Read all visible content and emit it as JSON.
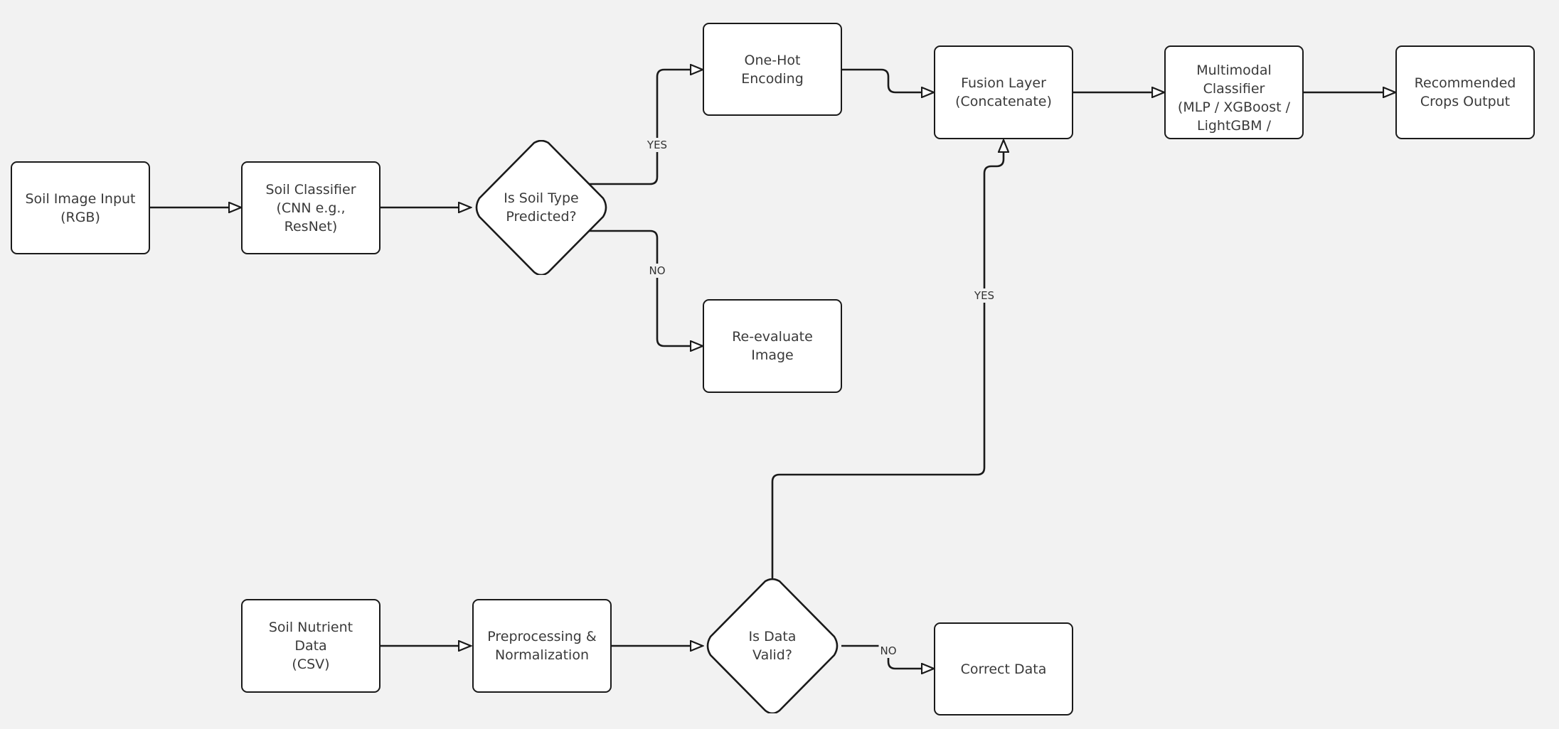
{
  "diagram": {
    "nodes": {
      "soil_image_input": {
        "label": "Soil Image Input\n(RGB)",
        "shape": "rectangle"
      },
      "soil_classifier": {
        "label": "Soil Classifier\n(CNN e.g.,\nResNet)",
        "shape": "rectangle"
      },
      "is_soil_type_predicted": {
        "label": "Is Soil Type\nPredicted?",
        "shape": "diamond"
      },
      "one_hot_encoding": {
        "label": "One-Hot\nEncoding",
        "shape": "rectangle"
      },
      "re_evaluate_image": {
        "label": "Re-evaluate\nImage",
        "shape": "rectangle"
      },
      "fusion_layer": {
        "label": "Fusion Layer\n(Concatenate)",
        "shape": "rectangle"
      },
      "multimodal_classifier": {
        "label": "Multimodal\nClassifier\n(MLP / XGBoost /\nLightGBM /",
        "shape": "rectangle"
      },
      "recommended_crops_output": {
        "label": "Recommended\nCrops Output",
        "shape": "rectangle"
      },
      "soil_nutrient_data": {
        "label": "Soil Nutrient Data\n(CSV)",
        "shape": "rectangle"
      },
      "preprocessing_normalization": {
        "label": "Preprocessing &\nNormalization",
        "shape": "rectangle"
      },
      "is_data_valid": {
        "label": "Is Data\nValid?",
        "shape": "diamond"
      },
      "correct_data": {
        "label": "Correct Data",
        "shape": "rectangle"
      }
    },
    "edges": [
      {
        "from": "soil_image_input",
        "to": "soil_classifier",
        "label": ""
      },
      {
        "from": "soil_classifier",
        "to": "is_soil_type_predicted",
        "label": ""
      },
      {
        "from": "is_soil_type_predicted",
        "to": "one_hot_encoding",
        "label": "YES"
      },
      {
        "from": "is_soil_type_predicted",
        "to": "re_evaluate_image",
        "label": "NO"
      },
      {
        "from": "one_hot_encoding",
        "to": "fusion_layer",
        "label": ""
      },
      {
        "from": "fusion_layer",
        "to": "multimodal_classifier",
        "label": ""
      },
      {
        "from": "multimodal_classifier",
        "to": "recommended_crops_output",
        "label": ""
      },
      {
        "from": "soil_nutrient_data",
        "to": "preprocessing_normalization",
        "label": ""
      },
      {
        "from": "preprocessing_normalization",
        "to": "is_data_valid",
        "label": ""
      },
      {
        "from": "is_data_valid",
        "to": "fusion_layer",
        "label": "YES"
      },
      {
        "from": "is_data_valid",
        "to": "correct_data",
        "label": "NO"
      }
    ],
    "colors": {
      "background": "#f2f2f2",
      "node_fill": "#ffffff",
      "stroke": "#1a1a1a",
      "text": "#3a3a3a"
    }
  }
}
